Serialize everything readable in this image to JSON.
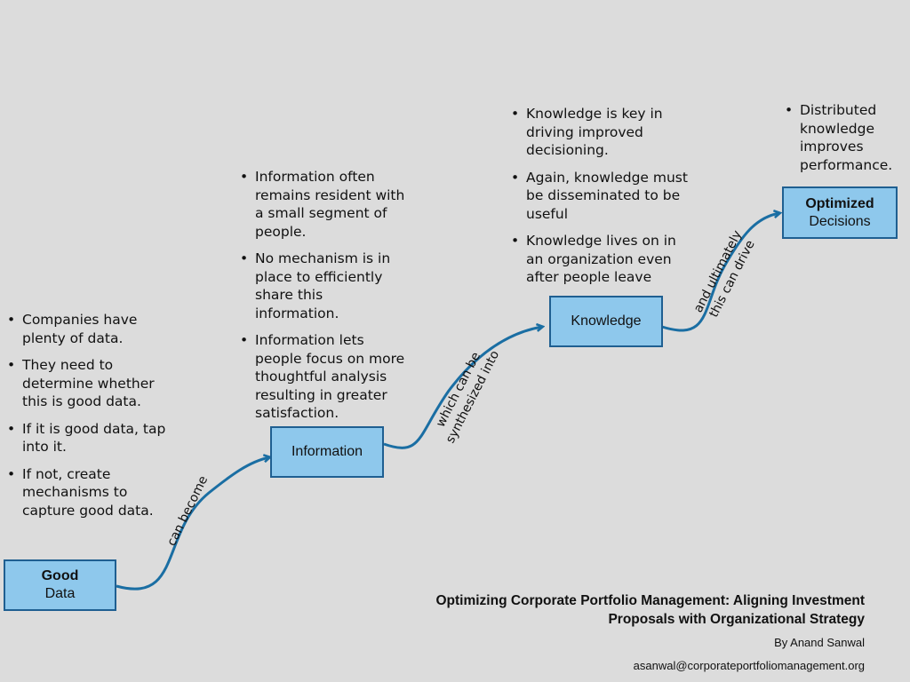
{
  "stages": {
    "good_data": {
      "line1": "Good",
      "line2": "Data"
    },
    "information": {
      "label": "Information"
    },
    "knowledge": {
      "label": "Knowledge"
    },
    "optimized": {
      "line1": "Optimized",
      "line2": "Decisions"
    }
  },
  "notes": {
    "data": [
      "Companies have plenty of data.",
      "They need to determine whether this is good data.",
      "If it is good data, tap into it.",
      "If not, create mechanisms to capture good data."
    ],
    "information": [
      "Information often remains resident with a small segment of people.",
      "No mechanism is in place to efficiently share this information.",
      "Information lets people focus on more thoughtful analysis resulting in greater satisfaction."
    ],
    "knowledge": [
      "Knowledge is key in driving improved decisioning.",
      "Again, knowledge must be disseminated to be useful",
      "Knowledge lives on in an organization even after people leave"
    ],
    "optimized": [
      "Distributed knowledge improves performance."
    ]
  },
  "connectors": {
    "c1": {
      "line1": "can become"
    },
    "c2": {
      "line1": "which can be",
      "line2": "synthesized into"
    },
    "c3": {
      "line1": "and ultimately",
      "line2": "this can drive"
    }
  },
  "colors": {
    "box_fill": "#8ec8ec",
    "box_border": "#1f5f91",
    "arrow": "#1a6ea3",
    "background": "#dcdcdc"
  },
  "footer": {
    "title_line1": "Optimizing Corporate Portfolio Management:  Aligning Investment",
    "title_line2": "Proposals with Organizational Strategy",
    "author": "By Anand Sanwal",
    "email": "asanwal@corporateportfoliomanagement.org"
  }
}
